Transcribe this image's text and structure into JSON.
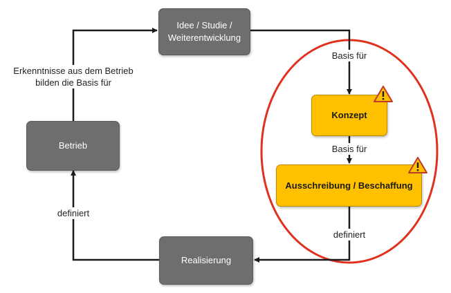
{
  "nodes": {
    "idee": {
      "line1": "Idee / Studie /",
      "line2": "Weiterentwicklung"
    },
    "betrieb": "Betrieb",
    "realisierung": "Realisierung",
    "konzept": "Konzept",
    "ausschreibung": "Ausschreibung / Beschaffung"
  },
  "edges": {
    "betrieb_to_idee": {
      "line1": "Erkenntnisse aus dem Betrieb",
      "line2": "bilden die Basis für"
    },
    "idee_to_konzept": "Basis für",
    "konzept_to_ausschreibung": "Basis für",
    "ausschreibung_to_realisierung": "definiert",
    "realisierung_to_betrieb": "definiert"
  },
  "icons": {
    "warning": "warning-triangle-icon"
  },
  "colors": {
    "grey_box": "#6e6e6e",
    "yellow_box": "#ffc000",
    "highlight_ellipse": "#e0301e",
    "warning_fill": "#ffc000",
    "warning_stroke": "#c0392b",
    "arrow": "#1a1a1a"
  }
}
